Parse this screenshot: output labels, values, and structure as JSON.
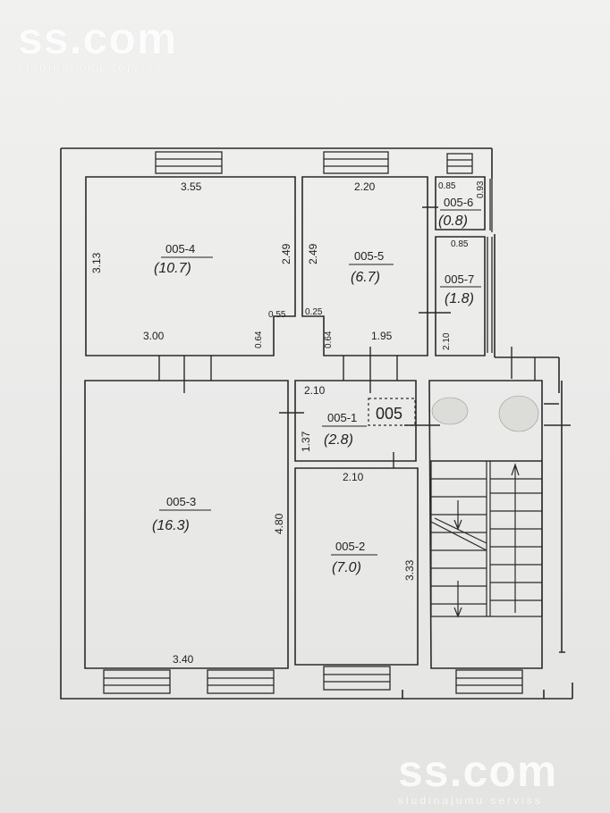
{
  "watermark": {
    "brand": "ss.com",
    "tagline": "sludinajumu serviss"
  },
  "apartment": {
    "label": "005"
  },
  "rooms": [
    {
      "id": "005-4",
      "area": "(10.7)"
    },
    {
      "id": "005-5",
      "area": "(6.7)"
    },
    {
      "id": "005-6",
      "area": "(0.8)"
    },
    {
      "id": "005-7",
      "area": "(1.8)"
    },
    {
      "id": "005-1",
      "area": "(2.8)"
    },
    {
      "id": "005-3",
      "area": "(16.3)"
    },
    {
      "id": "005-2",
      "area": "(7.0)"
    }
  ],
  "dimensions": {
    "r4_top": "3.55",
    "r4_left": "3.13",
    "r4_right": "2.49",
    "r4_bottom": "3.00",
    "r4_step_w": "0.55",
    "r4_step_h": "0.64",
    "r5_top": "2.20",
    "r5_left": "2.49",
    "r5_step_w": "0.25",
    "r5_step_h": "0.64",
    "r5_bottom": "1.95",
    "r6_top": "0.85",
    "r6_right": "0.93",
    "r7_top": "0.85",
    "r7_right": "2.10",
    "r1_top": "2.10",
    "r1_left": "1.37",
    "r2_top": "2.10",
    "r2_right": "3.33",
    "r3_right": "4.80",
    "r3_bottom": "3.40"
  }
}
